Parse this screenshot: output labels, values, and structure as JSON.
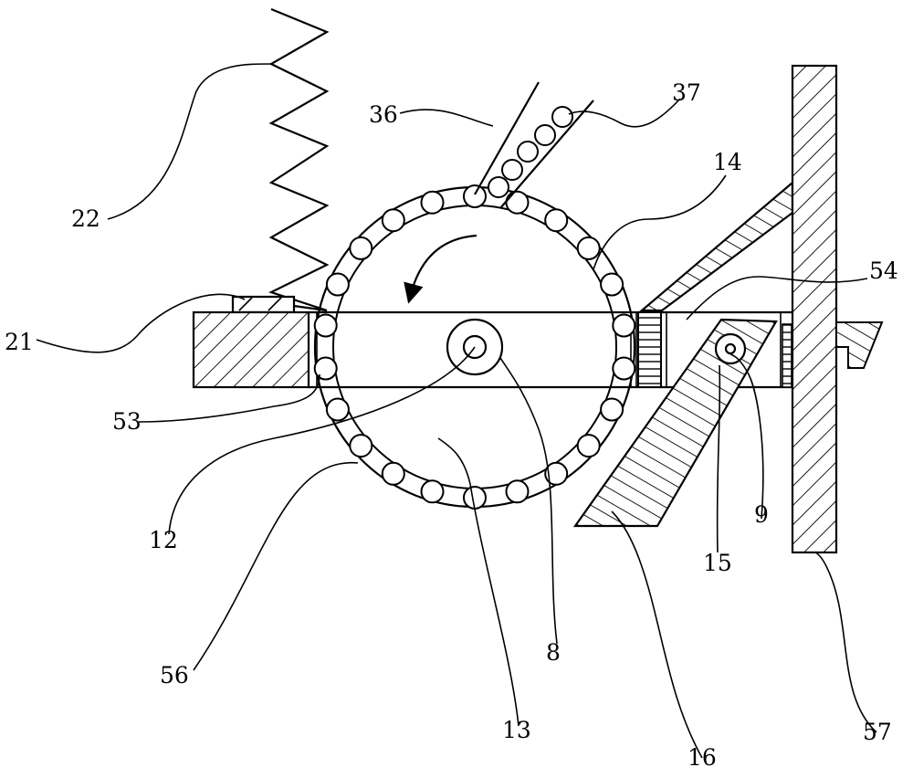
{
  "labels": {
    "l22": "22",
    "l21": "21",
    "l53": "53",
    "l12": "12",
    "l56": "56",
    "l13": "13",
    "l8": "8",
    "l36": "36",
    "l37": "37",
    "l14": "14",
    "l54": "54",
    "l9": "9",
    "l15": "15",
    "l16": "16",
    "l57": "57"
  },
  "colors": {
    "line": "#000000",
    "background": "#ffffff"
  }
}
